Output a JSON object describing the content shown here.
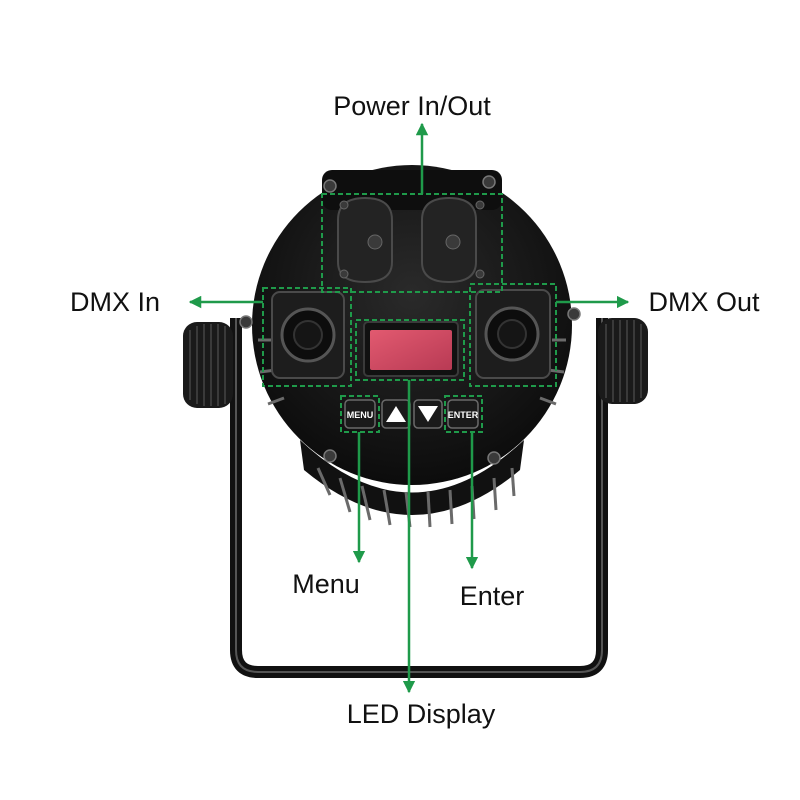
{
  "labels": {
    "power": "Power In/Out",
    "dmx_in": "DMX In",
    "dmx_out": "DMX Out",
    "menu": "Menu",
    "enter": "Enter",
    "led_display": "LED Display"
  },
  "buttons": {
    "menu": "MENU",
    "enter": "ENTER"
  },
  "colors": {
    "callout_green": "#1f9a4a",
    "fixture_body": "#151515",
    "display_screen": "#d3475f",
    "background": "#ffffff"
  }
}
